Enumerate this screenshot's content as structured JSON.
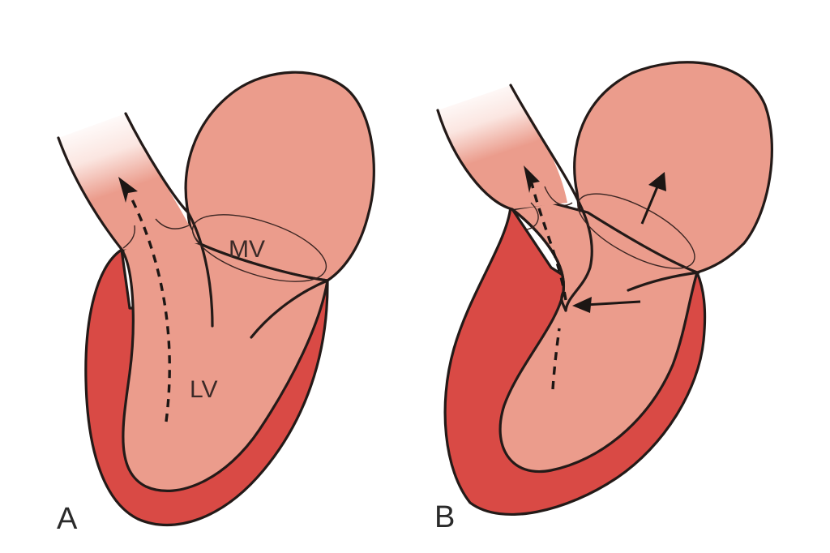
{
  "figure": {
    "description": "Two-panel schematic of the heart (left ventricle, left atrium, aortic outflow)",
    "colors": {
      "myocardium": "#d94a45",
      "chamber": "#eb9c8c",
      "outline": "#231a18",
      "background": "#ffffff"
    },
    "panels": [
      {
        "id": "A",
        "label": "A",
        "structure_labels": {
          "mitral_valve": "MV",
          "left_ventricle": "LV"
        },
        "arrows": [
          {
            "name": "outflow-flow-arrow",
            "style": "dashed",
            "direction": "up toward aorta"
          }
        ]
      },
      {
        "id": "B",
        "label": "B",
        "structure_labels": {},
        "arrows": [
          {
            "name": "outflow-flow-arrow",
            "style": "dashed",
            "direction": "up toward aorta"
          },
          {
            "name": "atrium-flow-arrow",
            "style": "solid",
            "direction": "up-right into atrium"
          },
          {
            "name": "leaflet-motion-arrow",
            "style": "solid",
            "direction": "leftward toward septum"
          }
        ]
      }
    ]
  }
}
